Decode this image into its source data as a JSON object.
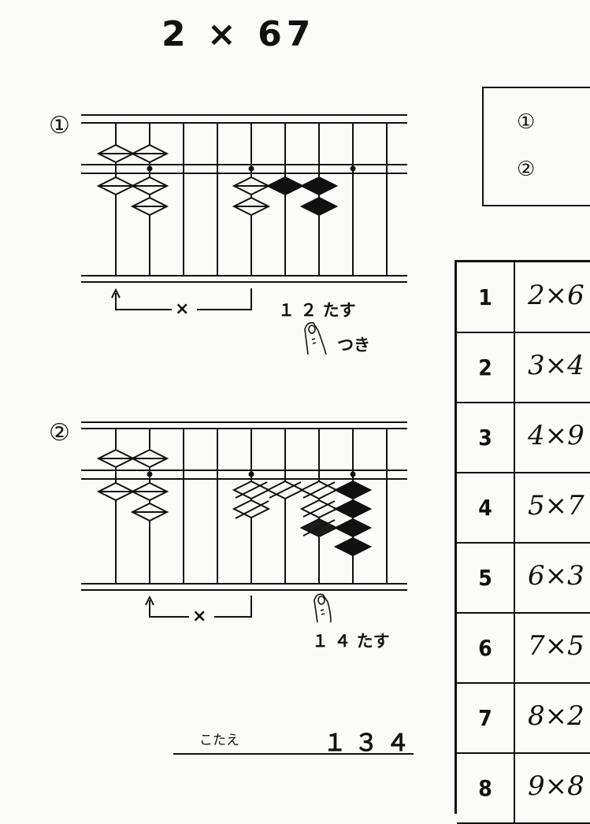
{
  "title": "2 × 67",
  "step1": {
    "marker": "①",
    "x_label": "×",
    "add_text": "１ ２ たす",
    "carry_text": "つき",
    "finger_icon": "finger-icon"
  },
  "step2": {
    "marker": "②",
    "x_label": "×",
    "add_text": "１ ４ たす",
    "finger_icon": "finger-icon"
  },
  "answer": {
    "label": "こたえ",
    "value": "１３４"
  },
  "steps_box": {
    "rows": [
      "①",
      "②"
    ]
  },
  "exercises": [
    {
      "num": "1",
      "problem": "2×6"
    },
    {
      "num": "2",
      "problem": "3×4"
    },
    {
      "num": "3",
      "problem": "4×9"
    },
    {
      "num": "4",
      "problem": "5×7"
    },
    {
      "num": "5",
      "problem": "6×3"
    },
    {
      "num": "6",
      "problem": "7×5"
    },
    {
      "num": "7",
      "problem": "8×2"
    },
    {
      "num": "8",
      "problem": "9×8"
    }
  ]
}
